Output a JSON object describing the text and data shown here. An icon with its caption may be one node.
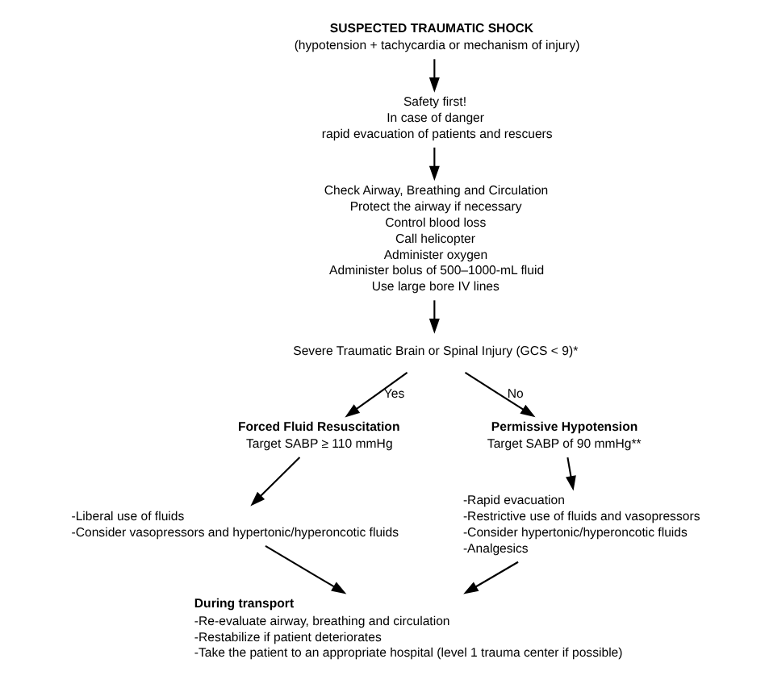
{
  "diagram": {
    "nodes": [
      {
        "text": [
          "SUSPECTED TRAUMATIC SHOCK",
          "(hypotension + tachycardia or mechanism of injury)"
        ]
      },
      {
        "text": [
          "Safety first!",
          "In case of danger",
          "rapid evacuation of patients and rescuers"
        ]
      },
      {
        "text": [
          "Check Airway, Breathing and Circulation",
          "Protect the airway if necessary",
          "Control blood loss",
          "Call helicopter",
          "Administer oxygen",
          "Administer bolus of 500–1000-mL fluid",
          "Use large bore IV lines"
        ]
      },
      {
        "text": [
          "Severe Traumatic Brain or Spinal Injury (GCS < 9)*"
        ]
      },
      {
        "text": [
          "Forced Fluid Resuscitation",
          "Target SABP ≥ 110 mmHg"
        ]
      },
      {
        "text": [
          "-Liberal use of fluids",
          "-Consider vasopressors and hypertonic/hyperoncotic fluids"
        ]
      },
      {
        "text": [
          "Permissive Hypotension",
          "Target SABP of 90 mmHg**"
        ]
      },
      {
        "text": [
          "-Rapid evacuation",
          "-Restrictive use of fluids and vasopressors",
          "-Consider hypertonic/hyperoncotic fluids",
          "-Analgesics"
        ]
      },
      {
        "text": [
          "During transport",
          "-Re-evaluate airway, breathing and circulation",
          "-Restabilize if patient deteriorates",
          "-Take the patient to an appropriate hospital (level 1 trauma center if possible)"
        ]
      }
    ],
    "edges": [
      {
        "from": 0,
        "to": 1,
        "arrow": "to"
      },
      {
        "from": 1,
        "to": 2,
        "arrow": "to"
      },
      {
        "from": 2,
        "to": 3,
        "arrow": "to"
      },
      {
        "from": 3,
        "to": 4,
        "arrow": "to",
        "label": "Yes"
      },
      {
        "from": 3,
        "to": 6,
        "arrow": "to",
        "label": "No"
      },
      {
        "from": 4,
        "to": 5,
        "arrow": "to"
      },
      {
        "from": 6,
        "to": 7,
        "arrow": "to"
      },
      {
        "from": 5,
        "to": 8,
        "arrow": "to"
      },
      {
        "from": 7,
        "to": 8,
        "arrow": "to"
      }
    ]
  }
}
